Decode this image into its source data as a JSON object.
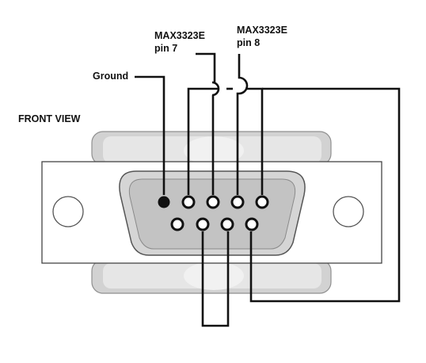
{
  "view_label": "FRONT VIEW",
  "labels": {
    "ground": "Ground",
    "pin7_line1": "MAX3323E",
    "pin7_line2": "pin 7",
    "pin8_line1": "MAX3323E",
    "pin8_line2": "pin 8"
  },
  "connector": {
    "type": "DB9",
    "top_row_pin_count": 5,
    "bottom_row_pin_count": 4,
    "filled_pin": "top-1"
  },
  "colors": {
    "wire": "#111111",
    "shell_fill": "#c9c9c9",
    "shell_dark": "#9a9a9a",
    "flange_fill": "#ffffff",
    "pin_fill": "#111111"
  }
}
